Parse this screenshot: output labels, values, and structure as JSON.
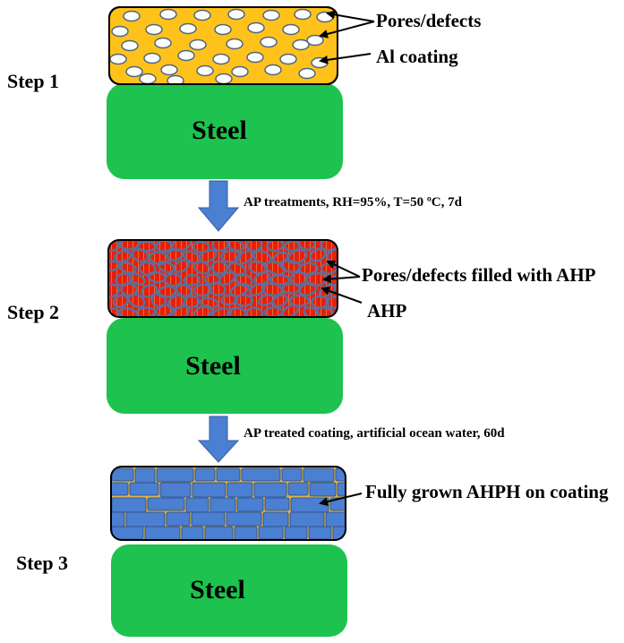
{
  "colors": {
    "steel": "#1ec24e",
    "al_coating": "#ffc21a",
    "ahp_coating": "#e61f0c",
    "ahp_ring": "#5e6e9a",
    "ahph_tile": "#4a7fd1",
    "arrow": "#4a7fd1",
    "pore_fill": "#ffffff",
    "pore_stroke": "#4f6680"
  },
  "steps": [
    {
      "label": "Step 1",
      "substrate_label": "Steel",
      "coating": "Al coating with pores",
      "callouts": [
        "Pores/defects",
        "Al coating"
      ]
    },
    {
      "label": "Step 2",
      "substrate_label": "Steel",
      "coating": "AHP-filled coating",
      "callouts": [
        "Pores/defects filled with AHP",
        "AHP"
      ]
    },
    {
      "label": "Step 3",
      "substrate_label": "Steel",
      "coating": "AHPH-covered coating",
      "callouts": [
        "Fully grown AHPH on coating"
      ]
    }
  ],
  "transitions": [
    {
      "caption": "AP treatments, RH=95%, T=50 ºC, 7d",
      "icon": "down-arrow"
    },
    {
      "caption": "AP treated coating, artificial ocean water, 60d",
      "icon": "down-arrow"
    }
  ]
}
